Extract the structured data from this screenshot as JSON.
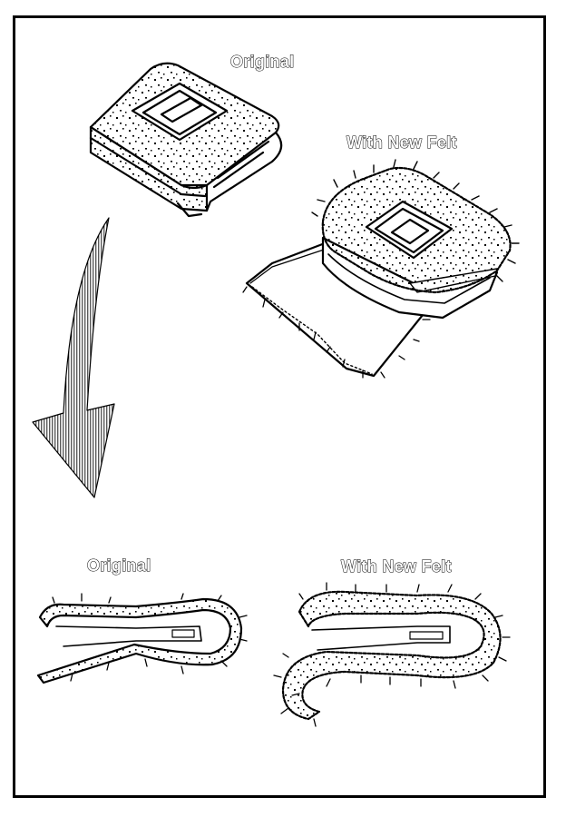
{
  "labels": {
    "top_original": "Original",
    "top_new": "With New Felt",
    "bottom_original": "Original",
    "bottom_new": "With New Felt"
  },
  "colors": {
    "line": "#000000",
    "background": "#ffffff"
  },
  "icons": [
    "curved-arrow-icon"
  ]
}
